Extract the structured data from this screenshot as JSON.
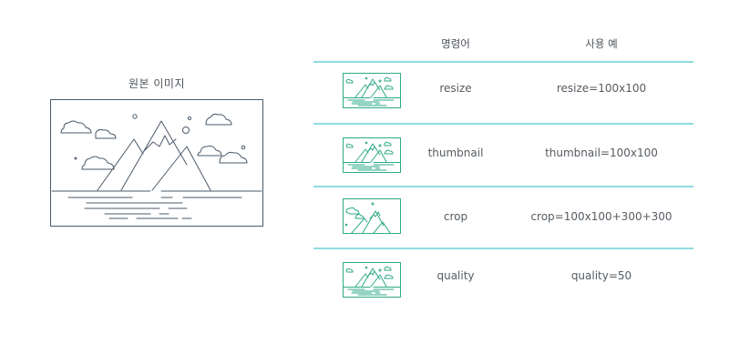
{
  "original": {
    "title": "원본 이미지"
  },
  "table": {
    "headers": {
      "command": "명령어",
      "example": "사용 예"
    },
    "rows": [
      {
        "command": "resize",
        "example": "resize=100x100",
        "thumb": "full"
      },
      {
        "command": "thumbnail",
        "example": "thumbnail=100x100",
        "thumb": "full"
      },
      {
        "command": "crop",
        "example": "crop=100x100+300+300",
        "thumb": "crop"
      },
      {
        "command": "quality",
        "example": "quality=50",
        "thumb": "full"
      }
    ]
  },
  "colors": {
    "original_stroke": "#4a5a6a",
    "thumb_stroke": "#2eaa87",
    "rule": "#8fdbe0"
  },
  "icons": {
    "original": "mountain-landscape-icon",
    "thumb": "mountain-landscape-icon"
  }
}
